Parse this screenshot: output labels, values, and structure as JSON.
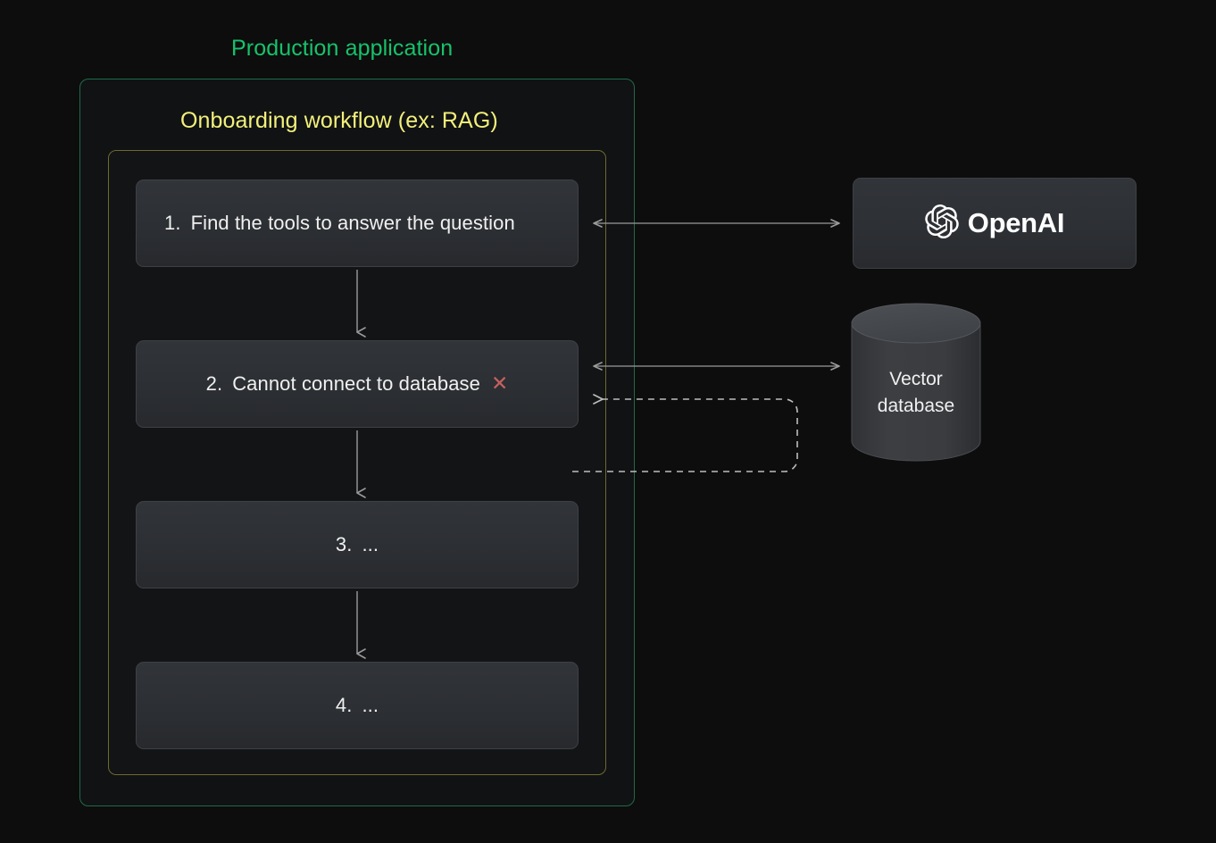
{
  "diagram": {
    "title": "Production application",
    "background_color": "#0d0d0d",
    "outer_container": {
      "label": "Production application",
      "border_color": "#1e6b48",
      "accent_color": "#17c26b"
    },
    "workflow_container": {
      "label": "Onboarding workflow (ex: RAG)",
      "border_color": "#6f6a2e",
      "accent_color": "#f2f07a"
    },
    "steps": [
      {
        "number": "1.",
        "text": "Find the tools to answer the question",
        "status": "",
        "align": "left"
      },
      {
        "number": "2.",
        "text": "Cannot connect to database",
        "status": "✕",
        "status_color": "#c4605f",
        "align": "center"
      },
      {
        "number": "3.",
        "text": "...",
        "status": "",
        "align": "center"
      },
      {
        "number": "4.",
        "text": "...",
        "status": "",
        "align": "center"
      }
    ],
    "external_services": [
      {
        "name": "OpenAI",
        "icon": "openai-logo-icon",
        "type": "box"
      },
      {
        "name": "Vector\ndatabase",
        "line1": "Vector",
        "line2": "database",
        "icon": "database-cylinder-icon",
        "type": "cylinder"
      }
    ],
    "connectors": [
      {
        "name": "step1-to-openai",
        "style": "solid",
        "arrowheads": "both",
        "color": "#9a9a9a"
      },
      {
        "name": "step2-to-vectordb",
        "style": "solid",
        "arrowheads": "both",
        "color": "#9a9a9a"
      },
      {
        "name": "retry-loop-to-step2",
        "style": "dashed",
        "arrowheads": "left",
        "color": "#b9b9b9"
      },
      {
        "name": "step1-to-step2",
        "style": "solid",
        "arrowheads": "down",
        "color": "#9a9a9a"
      },
      {
        "name": "step2-to-step3",
        "style": "solid",
        "arrowheads": "down",
        "color": "#9a9a9a"
      },
      {
        "name": "step3-to-step4",
        "style": "solid",
        "arrowheads": "down",
        "color": "#9a9a9a"
      }
    ]
  }
}
